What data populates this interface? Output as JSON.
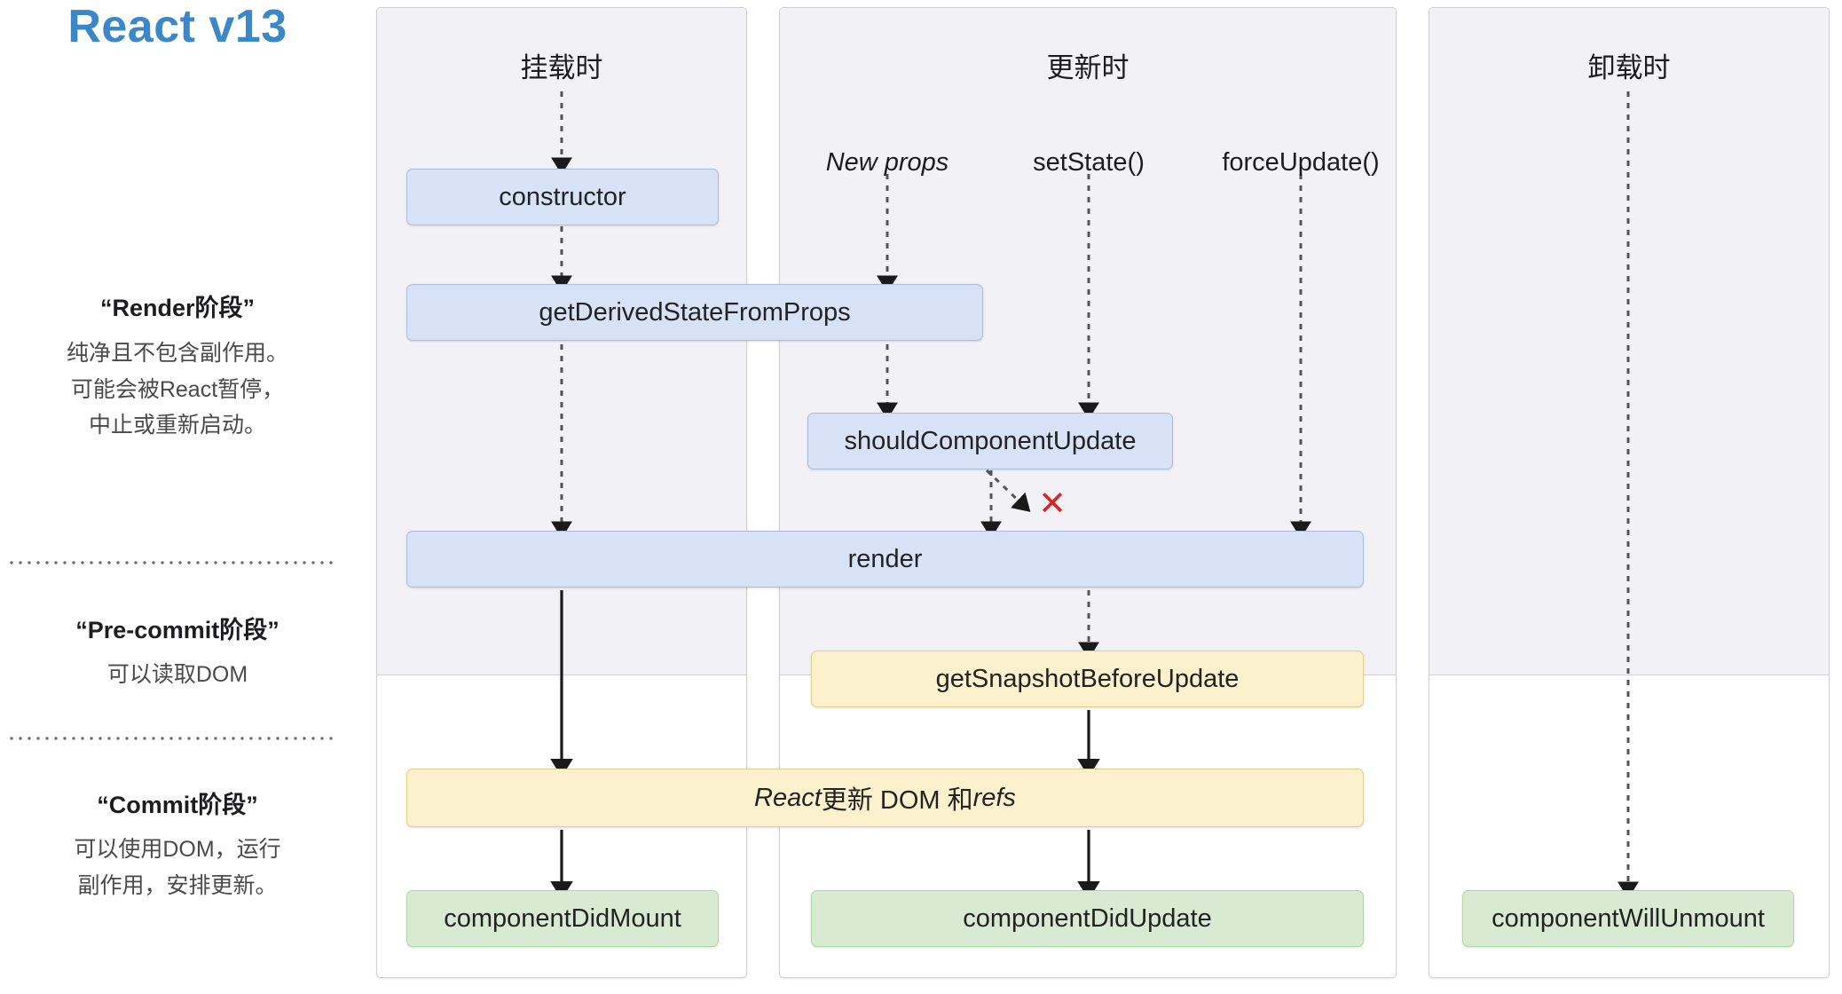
{
  "legend": {
    "brand": "React v13",
    "phases": [
      {
        "title": "“Render阶段”",
        "lines": [
          "纯净且不包含副作用。",
          "可能会被React暂停，",
          "中止或重新启动。"
        ]
      },
      {
        "title": "“Pre-commit阶段”",
        "lines": [
          "可以读取DOM"
        ]
      },
      {
        "title": "“Commit阶段”",
        "lines": [
          "可以使用DOM，运行",
          "副作用，安排更新。"
        ]
      }
    ]
  },
  "columns": [
    {
      "header": "挂载时"
    },
    {
      "header": "更新时"
    },
    {
      "header": "卸载时"
    }
  ],
  "triggers": [
    {
      "label": "New props",
      "italic": true
    },
    {
      "label": "setState()",
      "italic": false
    },
    {
      "label": "forceUpdate()",
      "italic": false
    }
  ],
  "nodes": {
    "constructor": "constructor",
    "get_derived_state_from_props": "getDerivedStateFromProps",
    "should_component_update": "shouldComponentUpdate",
    "render": "render",
    "get_snapshot_before_update": "getSnapshotBeforeUpdate",
    "react_updates_dom": {
      "pre": "React",
      "mid": "更新 DOM 和 ",
      "post": "refs"
    },
    "component_did_mount": "componentDidMount",
    "component_did_update": "componentDidUpdate",
    "component_will_unmount": "componentWillUnmount"
  },
  "marks": {
    "skip_x": "✕"
  },
  "colors": {
    "brand": "#3c87c8",
    "render_phase_box": "#d8e2f7",
    "commit_phase_box": "#fbf1cd",
    "did_box": "#d9ead3",
    "skip_mark": "#d62828",
    "panel_tint": "#f2f2f6"
  }
}
